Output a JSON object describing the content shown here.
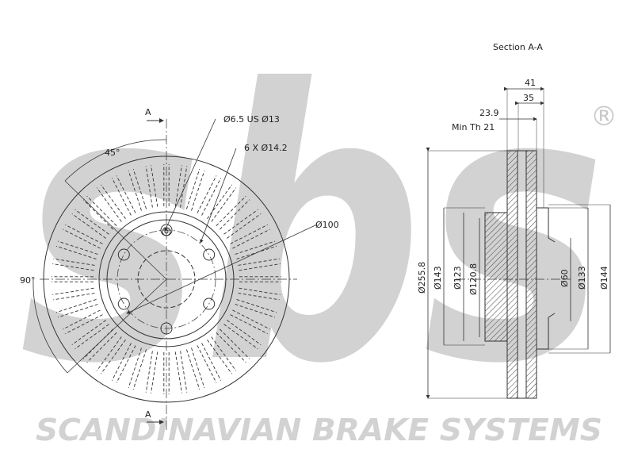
{
  "brand": {
    "watermark_text": "sbs",
    "tagline": "SCANDINAVIAN BRAKE SYSTEMS",
    "registered_mark": "®",
    "watermark_color": "#d2d2d2"
  },
  "front_view": {
    "section_marker_top": "A",
    "section_marker_bottom": "A",
    "angle_label": "45°",
    "angle_label_left": "90°",
    "hole_callout": "Ø6.5 US Ø13",
    "bolt_callout": "6 X Ø14.2",
    "pcd_callout": "Ø100"
  },
  "section_view": {
    "title": "Section A-A",
    "dim_overall_width": "41",
    "dim_hat_width": "35",
    "dim_thickness": "23.9",
    "dim_min_thickness": "Min Th 21",
    "dim_outer_diameter": "Ø255.8",
    "dim_friction_inner": "Ø143",
    "dim_hat_outer": "Ø123",
    "dim_hat_inner": "Ø120.8",
    "dim_center_bore": "Ø60",
    "dim_hub_133": "Ø133",
    "dim_hub_144": "Ø144"
  },
  "colors": {
    "line": "#333333",
    "text": "#222222"
  }
}
